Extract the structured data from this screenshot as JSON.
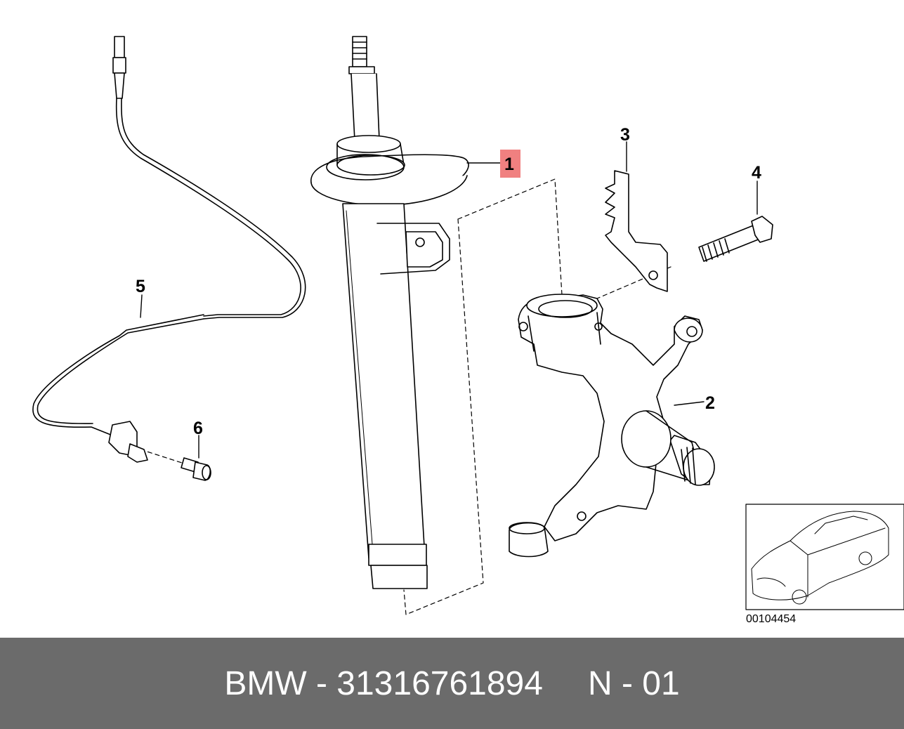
{
  "callouts": {
    "part_1": "1",
    "part_2": "2",
    "part_3": "3",
    "part_4": "4",
    "part_5": "5",
    "part_6": "6"
  },
  "thumbnail": {
    "code": "00104454"
  },
  "footer": {
    "brand_part": "BMW - 31316761894",
    "reference": "N - 01"
  },
  "colors": {
    "highlight": "#f08080",
    "footer_background": "#6b6b6b",
    "footer_text": "#ffffff",
    "line_art": "#000000"
  },
  "icons": {
    "vehicle_thumbnail": "car-outline-icon"
  }
}
